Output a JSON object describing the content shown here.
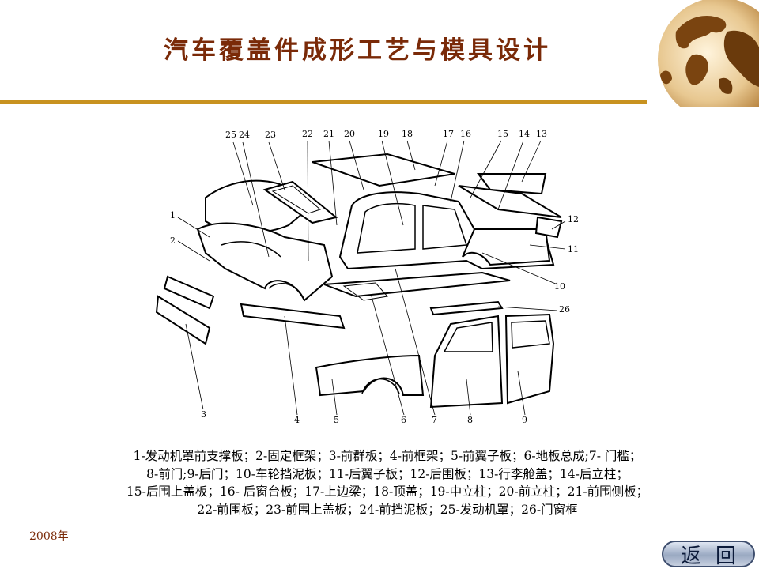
{
  "slide": {
    "title": "汽车覆盖件成形工艺与模具设计",
    "caption_lines": [
      "1-发动机罩前支撑板；2-固定框架；3-前群板；4-前框架；5-前翼子板；6-地板总成;7- 门槛；",
      "8-前门;9-后门；10-车轮挡泥板；11-后翼子板；12-后围板；13-行李舱盖；14-后立柱；",
      "15-后围上盖板；16- 后窗台板；17-上边梁；18-顶盖；19-中立柱；20-前立柱；21-前围侧板；",
      "22-前围板；23-前围上盖板；24-前挡泥板；25-发动机罩；26-门窗框"
    ],
    "year": "2008年",
    "back_button": "返回",
    "accent_color": "#c8921f",
    "title_color": "#7a2a08"
  },
  "diagram": {
    "callouts_top": [
      "25",
      "24",
      "23",
      "22",
      "21",
      "20",
      "19",
      "18",
      "17",
      "16",
      "15",
      "14",
      "13"
    ],
    "callouts_left": [
      "1",
      "2"
    ],
    "callouts_right": [
      "12",
      "11",
      "10",
      "26"
    ],
    "callouts_bottom": [
      "3",
      "4",
      "5",
      "6",
      "7",
      "8",
      "9"
    ]
  }
}
